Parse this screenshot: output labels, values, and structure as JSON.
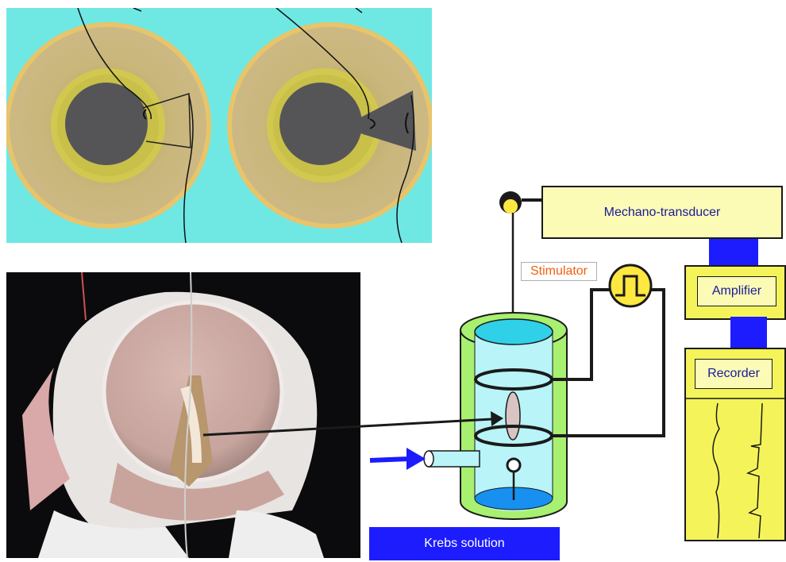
{
  "labels": {
    "mechano_transducer": "Mechano-transducer",
    "stimulator": "Stimulator",
    "amplifier": "Amplifier",
    "recorder": "Recorder",
    "krebs_solution": "Krebs solution"
  },
  "colors": {
    "eye_background": "#6fe8e4",
    "iris": "#c8b87a",
    "pupil": "#555558",
    "label_text": "#1a1a9a",
    "stimulator_text": "#f06010",
    "connector_blue": "#1c1cff",
    "bath_green": "#a8f070",
    "solution_cyan": "#b8f4f8",
    "recorder_yellow": "#f4f45a"
  },
  "icons": {
    "pulse": "square-pulse-icon",
    "inflow_arrow": "arrow-right-icon",
    "pulley": "pulley-icon"
  }
}
